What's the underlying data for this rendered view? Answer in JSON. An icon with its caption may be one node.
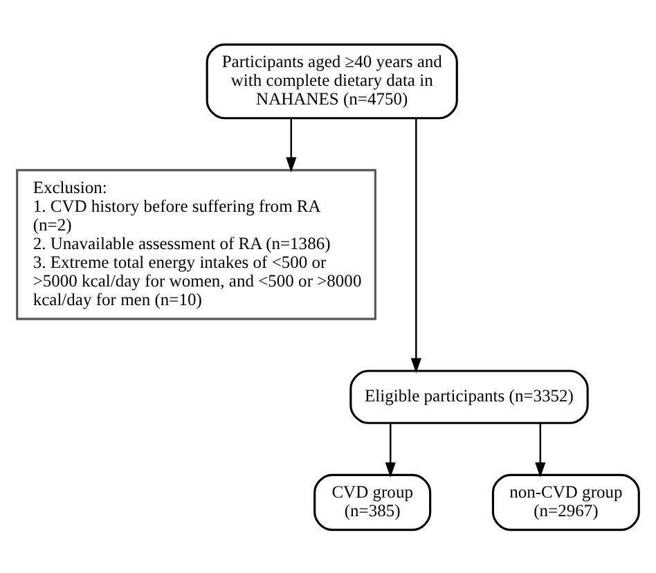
{
  "diagram": {
    "nodes": [
      {
        "text": [
          "Participants aged ≥40 years and with complete dietary data in NAHANES (n=4750)"
        ]
      },
      {
        "text": [
          "Exclusion:",
          "1. CVD history before suffering from RA (n=2)",
          "2. Unavailable assessment of RA (n=1386)",
          "3. Extreme total energy intakes of <500 or >5000 kcal/day for women, and <500 or >8000 kcal/day for men (n=10)"
        ]
      },
      {
        "text": [
          "Eligible participants (n=3352)"
        ]
      },
      {
        "text": [
          "CVD group (n=385)"
        ]
      },
      {
        "text": [
          "non-CVD group (n=2967)"
        ]
      }
    ],
    "edges": [
      {
        "from": 0,
        "to": 1,
        "arrow": "to"
      },
      {
        "from": 0,
        "to": 2,
        "arrow": "to"
      },
      {
        "from": 2,
        "to": 3,
        "arrow": "to"
      },
      {
        "from": 2,
        "to": 4,
        "arrow": "to"
      }
    ]
  }
}
